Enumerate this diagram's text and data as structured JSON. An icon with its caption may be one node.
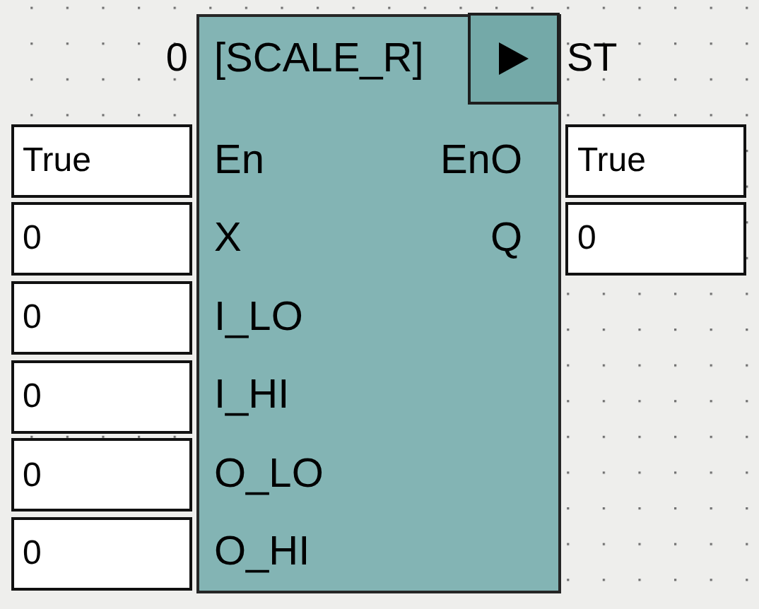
{
  "diagram": {
    "nodes": [
      {
        "text": [
          "[SCALE_R]",
          "En",
          "EnO",
          "X",
          "Q",
          "I_LO",
          "I_HI",
          "O_LO",
          "O_HI"
        ],
        "beside": [
          "0",
          "ST"
        ]
      },
      {
        "text": [
          "True"
        ]
      },
      {
        "text": [
          "0"
        ]
      },
      {
        "text": [
          "0"
        ]
      },
      {
        "text": [
          "0"
        ]
      },
      {
        "text": [
          "0"
        ]
      },
      {
        "text": [
          "0"
        ]
      },
      {
        "text": [
          "True"
        ]
      },
      {
        "text": [
          "0"
        ]
      }
    ]
  }
}
